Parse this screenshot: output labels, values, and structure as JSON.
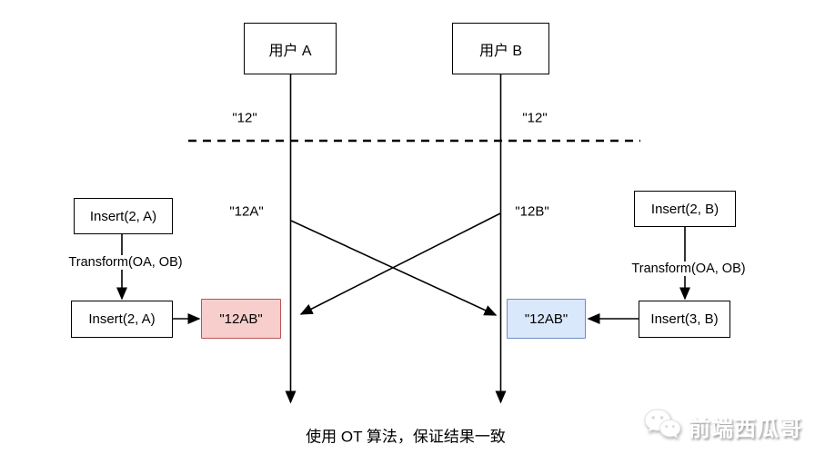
{
  "diagram": {
    "users": {
      "a": "用户 A",
      "b": "用户 B"
    },
    "labels": {
      "doc_a_before": "\"12\"",
      "doc_b_before": "\"12\"",
      "doc_a_after": "\"12A\"",
      "doc_b_after": "\"12B\""
    },
    "left": {
      "op1": "Insert(2, A)",
      "transform": "Transform(OA, OB)",
      "op2": "Insert(2, A)",
      "result": "\"12AB\""
    },
    "right": {
      "op1": "Insert(2, B)",
      "transform": "Transform(OA, OB)",
      "op2": "Insert(3, B)",
      "result": "\"12AB\""
    },
    "caption": "使用 OT 算法，保证结果一致",
    "colors": {
      "result_a_fill": "#f8cecc",
      "result_a_border": "#b85450",
      "result_b_fill": "#dae8fc",
      "result_b_border": "#6c8ebf",
      "stroke": "#000000"
    }
  },
  "watermark": {
    "icon": "wechat-icon",
    "text": "前端西瓜哥"
  }
}
